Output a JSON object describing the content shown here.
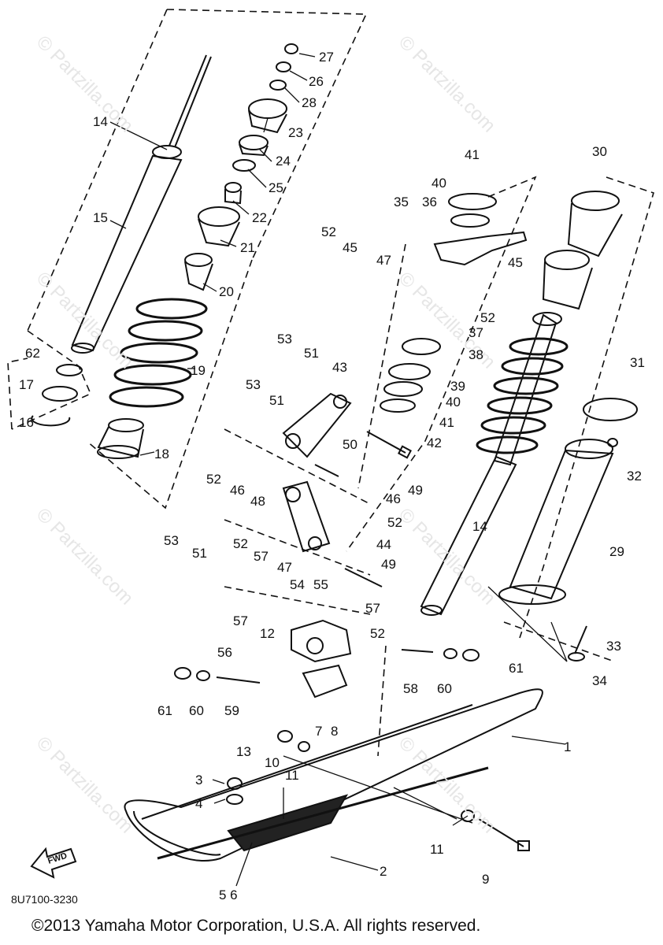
{
  "diagram": {
    "code": "8U7100-3230",
    "copyright": "©2013  Yamaha Motor Corporation, U.S.A. All rights reserved.",
    "watermark": "© Partzilla.com",
    "fwd_label": "FWD",
    "callouts": [
      "27",
      "26",
      "28",
      "23",
      "24",
      "25",
      "22",
      "21",
      "20",
      "14",
      "15",
      "19",
      "62",
      "17",
      "16",
      "18",
      "41",
      "40",
      "30",
      "35",
      "36",
      "52",
      "45",
      "47",
      "45",
      "52",
      "37",
      "38",
      "39",
      "40",
      "41",
      "42",
      "31",
      "32",
      "53",
      "51",
      "43",
      "53",
      "51",
      "50",
      "49",
      "52",
      "46",
      "48",
      "46",
      "52",
      "53",
      "51",
      "44",
      "14",
      "29",
      "52",
      "57",
      "47",
      "54",
      "55",
      "49",
      "57",
      "57",
      "12",
      "52",
      "56",
      "33",
      "34",
      "61",
      "60",
      "59",
      "58",
      "60",
      "61",
      "7",
      "8",
      "1",
      "13",
      "10",
      "11",
      "3",
      "4",
      "11",
      "9",
      "2",
      "5 6"
    ]
  }
}
